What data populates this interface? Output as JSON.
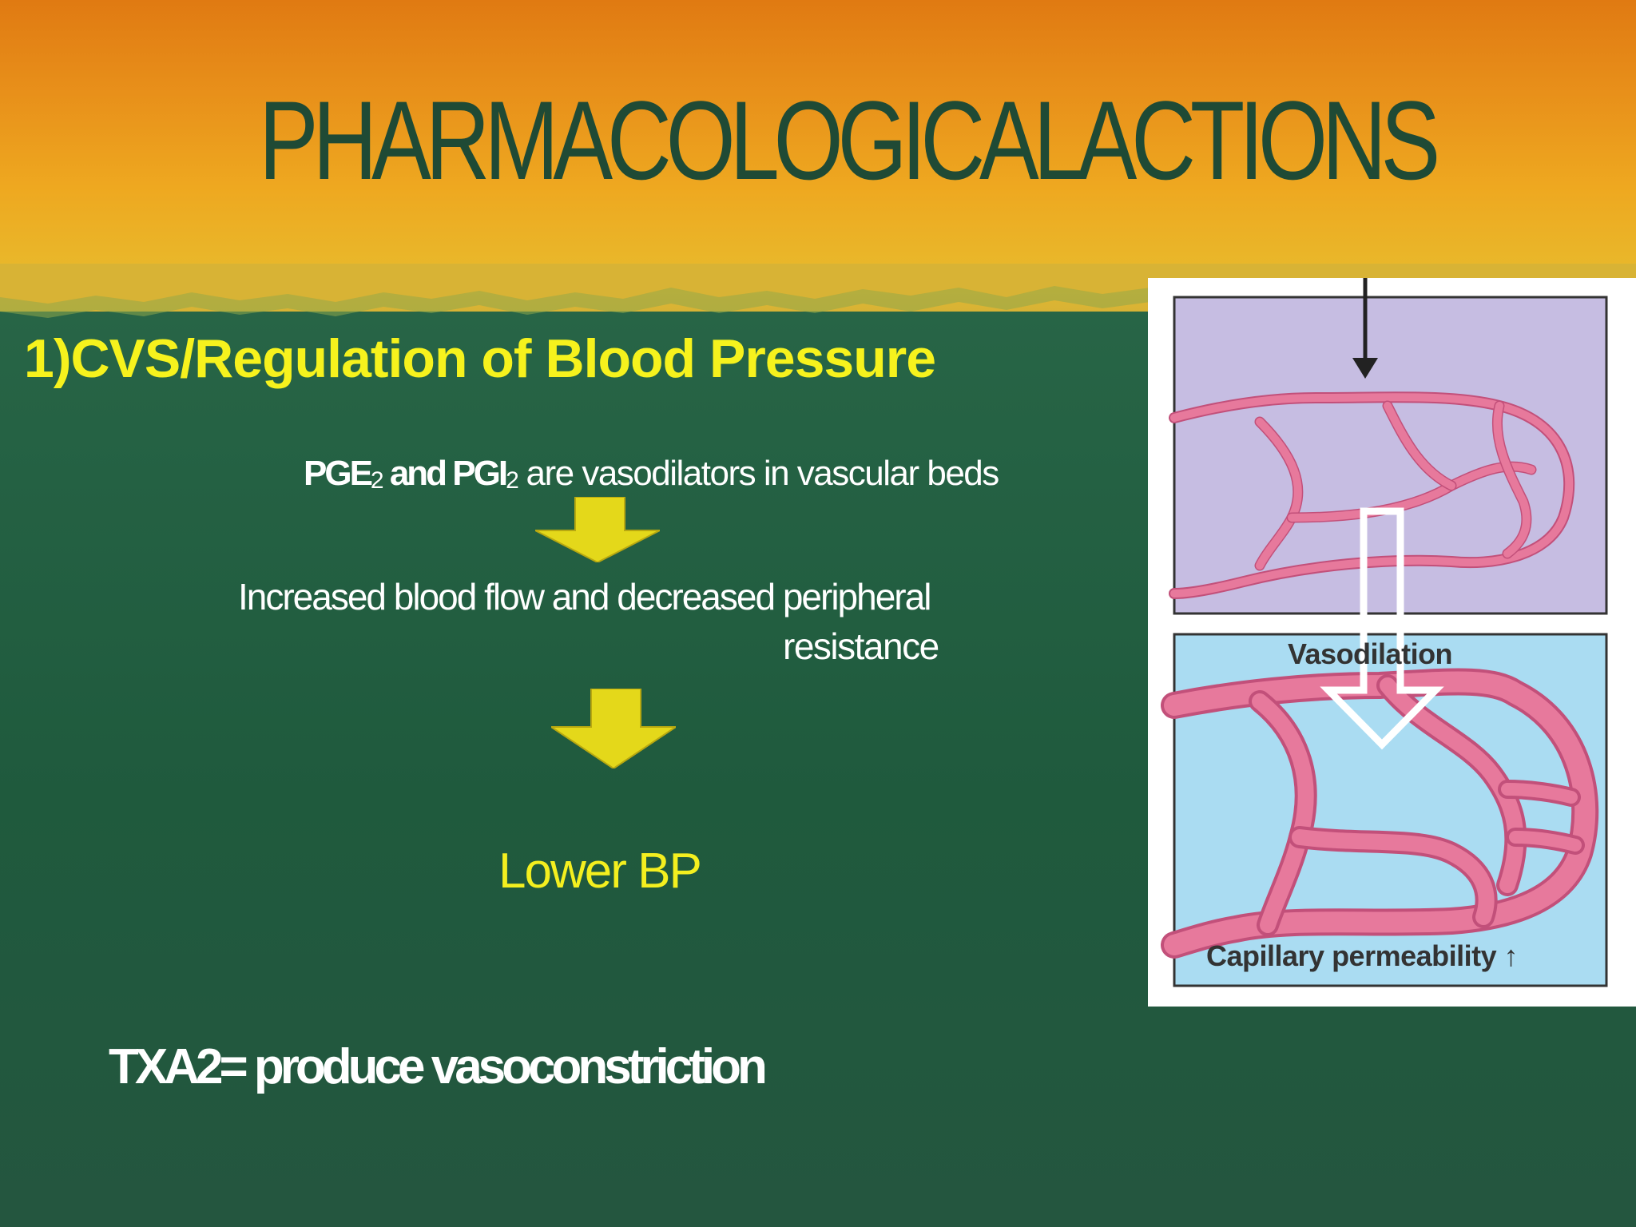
{
  "slide": {
    "title": "PHARMACOLOGICALACTIONS",
    "section_heading": "1)CVS/Regulation of  Blood Pressure",
    "line_vasodilators": {
      "pge": "PGE",
      "pge_sub": "2",
      "and_pgi": " and PGI",
      "pgi_sub": "2",
      "rest": " are vasodilators in vascular beds"
    },
    "line_flow_1": "Increased blood flow and decreased peripheral",
    "line_flow_2": "resistance",
    "line_lower_bp": "Lower BP",
    "line_txa2": "TXA2= produce vasoconstriction"
  },
  "diagram": {
    "label_vasodilation": "Vasodilation",
    "label_capillary": "Capillary  permeability",
    "label_capillary_arrow": "↑"
  },
  "colors": {
    "header_orange": "#e8901a",
    "title_green": "#1f4a35",
    "background_green": "#256244",
    "heading_yellow": "#f6f21d",
    "arrow_yellow": "#e4d81a",
    "vessel_pink": "#e7799c",
    "upper_panel_lavender": "#c6bde2",
    "lower_panel_blue": "#aadcf2"
  },
  "icons": {
    "arrow_1": "down-arrow-icon",
    "arrow_2": "down-arrow-icon"
  }
}
